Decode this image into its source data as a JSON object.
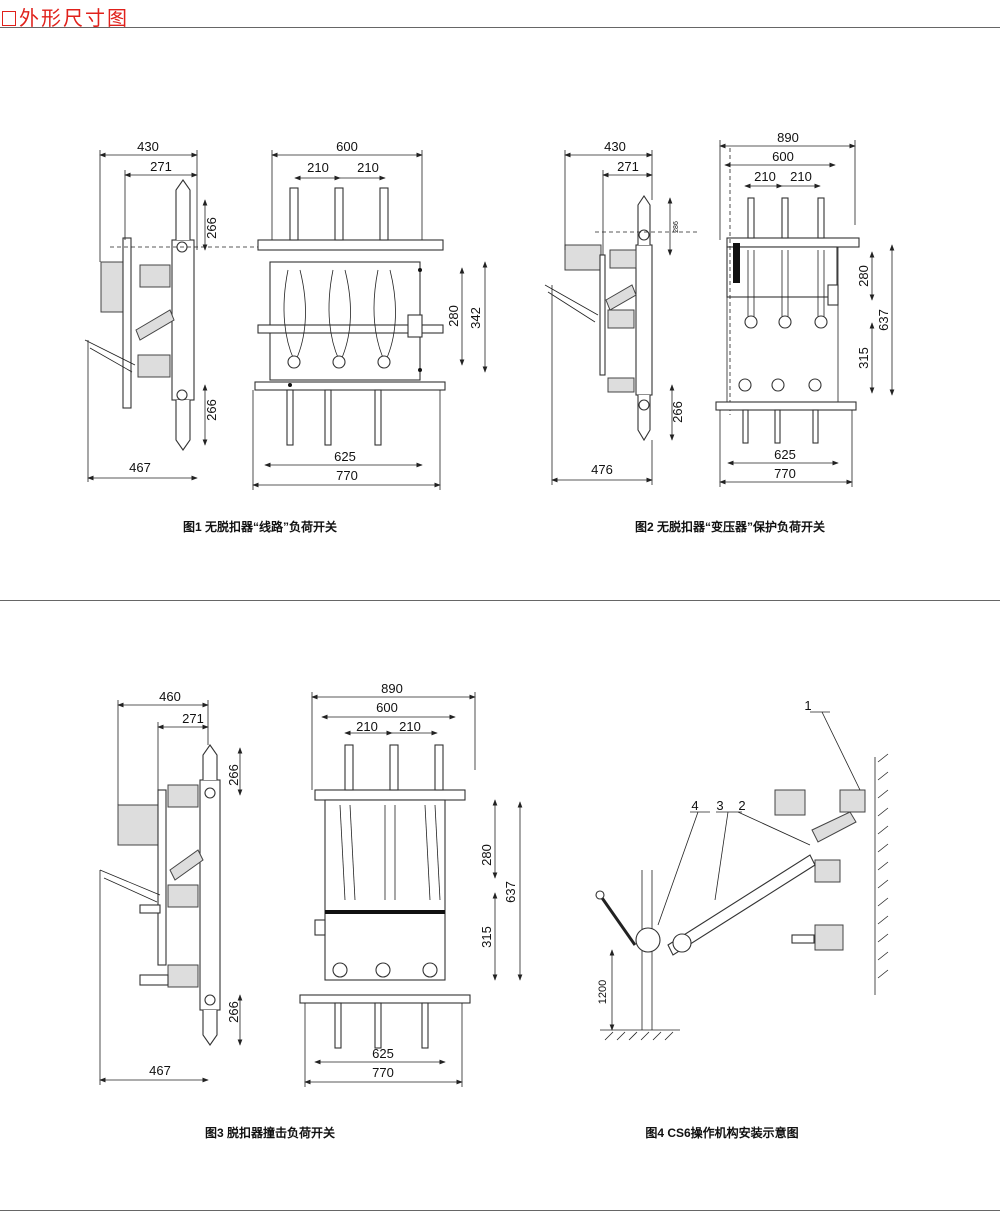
{
  "header": {
    "title": "外形尺寸图"
  },
  "figures": [
    {
      "caption": "图1  无脱扣器“线路”负荷开关",
      "side": {
        "w430": "430",
        "w271": "271",
        "h266_top": "266",
        "h266_bot": "266",
        "w467": "467"
      },
      "front": {
        "w600": "600",
        "w210a": "210",
        "w210b": "210",
        "h280": "280",
        "h342": "342",
        "w625": "625",
        "w770": "770"
      }
    },
    {
      "caption": "图2  无脱扣器“变压器”保护负荷开关",
      "side": {
        "w430": "430",
        "w271": "271",
        "h286": "286",
        "h266": "266",
        "w476": "476"
      },
      "front": {
        "w890": "890",
        "w600": "600",
        "w210a": "210",
        "w210b": "210",
        "h280": "280",
        "h637": "637",
        "h315": "315",
        "w625": "625",
        "w770": "770"
      }
    },
    {
      "caption": "图3  脱扣器撞击负荷开关",
      "side": {
        "w460": "460",
        "w271": "271",
        "h266_top": "266",
        "h266_bot": "266",
        "w467": "467"
      },
      "front": {
        "w890": "890",
        "w600": "600",
        "w210a": "210",
        "w210b": "210",
        "h280": "280",
        "h637": "637",
        "h315": "315",
        "w625": "625",
        "w770": "770"
      }
    },
    {
      "caption": "图4  CS6操作机构安装示意图",
      "labels": {
        "n1": "1",
        "n2": "2",
        "n3": "3",
        "n4": "4",
        "h1200": "1200"
      }
    }
  ]
}
